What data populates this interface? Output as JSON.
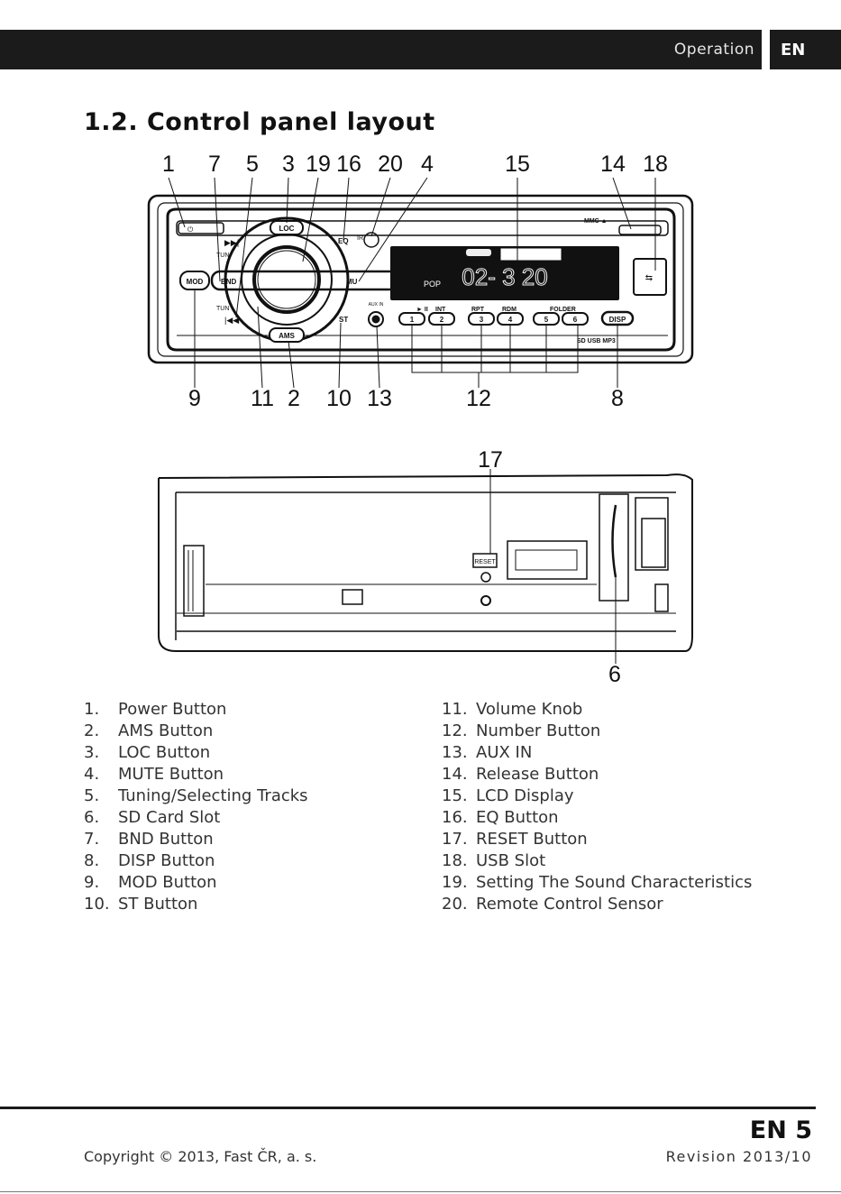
{
  "header": {
    "section": "Operation",
    "lang": "EN"
  },
  "title": "1.2.  Control panel layout",
  "panel_labels": {
    "loc": "LOC",
    "eq": "EQ",
    "ir": "IR",
    "mmc": "MMC ▲",
    "tun_up": "TUN",
    "tun_down": "TUN",
    "mod": "MOD",
    "bnd": "BND",
    "mu": "MU",
    "ams": "AMS",
    "st": "ST",
    "aux": "AUX IN",
    "int": "INT",
    "rpt": "RPT",
    "rdm": "RDM",
    "folder": "FOLDER",
    "disp": "DISP",
    "sd_usb_mp3": "SD USB MP3",
    "pop": "POP",
    "b1": "1",
    "b2": "2",
    "b3": "3",
    "b4": "4",
    "b5": "5",
    "b6": "6",
    "reset": "RESET"
  },
  "callouts_top": [
    "1",
    "7",
    "5",
    "3",
    "19",
    "16",
    "20",
    "4",
    "15",
    "14",
    "18"
  ],
  "callouts_bottom": [
    "9",
    "11",
    "2",
    "10",
    "13",
    "12",
    "8"
  ],
  "callouts_rear": [
    "17",
    "6"
  ],
  "legend_left": [
    {
      "num": "1.",
      "label": "Power Button"
    },
    {
      "num": "2.",
      "label": "AMS Button"
    },
    {
      "num": "3.",
      "label": "LOC Button"
    },
    {
      "num": "4.",
      "label": "MUTE Button"
    },
    {
      "num": "5.",
      "label": "Tuning/Selecting Tracks"
    },
    {
      "num": "6.",
      "label": "SD Card Slot"
    },
    {
      "num": "7.",
      "label": "BND Button"
    },
    {
      "num": "8.",
      "label": "DISP Button"
    },
    {
      "num": "9.",
      "label": "MOD Button"
    },
    {
      "num": "10.",
      "label": "ST Button"
    }
  ],
  "legend_right": [
    {
      "num": "11.",
      "label": "Volume Knob"
    },
    {
      "num": "12.",
      "label": "Number Button"
    },
    {
      "num": "13.",
      "label": "AUX IN"
    },
    {
      "num": "14.",
      "label": "Release Button"
    },
    {
      "num": "15.",
      "label": "LCD Display"
    },
    {
      "num": "16.",
      "label": "EQ Button"
    },
    {
      "num": "17.",
      "label": "RESET Button"
    },
    {
      "num": "18.",
      "label": "USB Slot"
    },
    {
      "num": "19.",
      "label": "Setting The Sound Characteristics"
    },
    {
      "num": "20.",
      "label": "Remote Control Sensor"
    }
  ],
  "footer": {
    "page": "EN 5",
    "copyright": "Copyright © 2013, Fast ČR, a. s.",
    "revision": "Revision 2013/10"
  }
}
